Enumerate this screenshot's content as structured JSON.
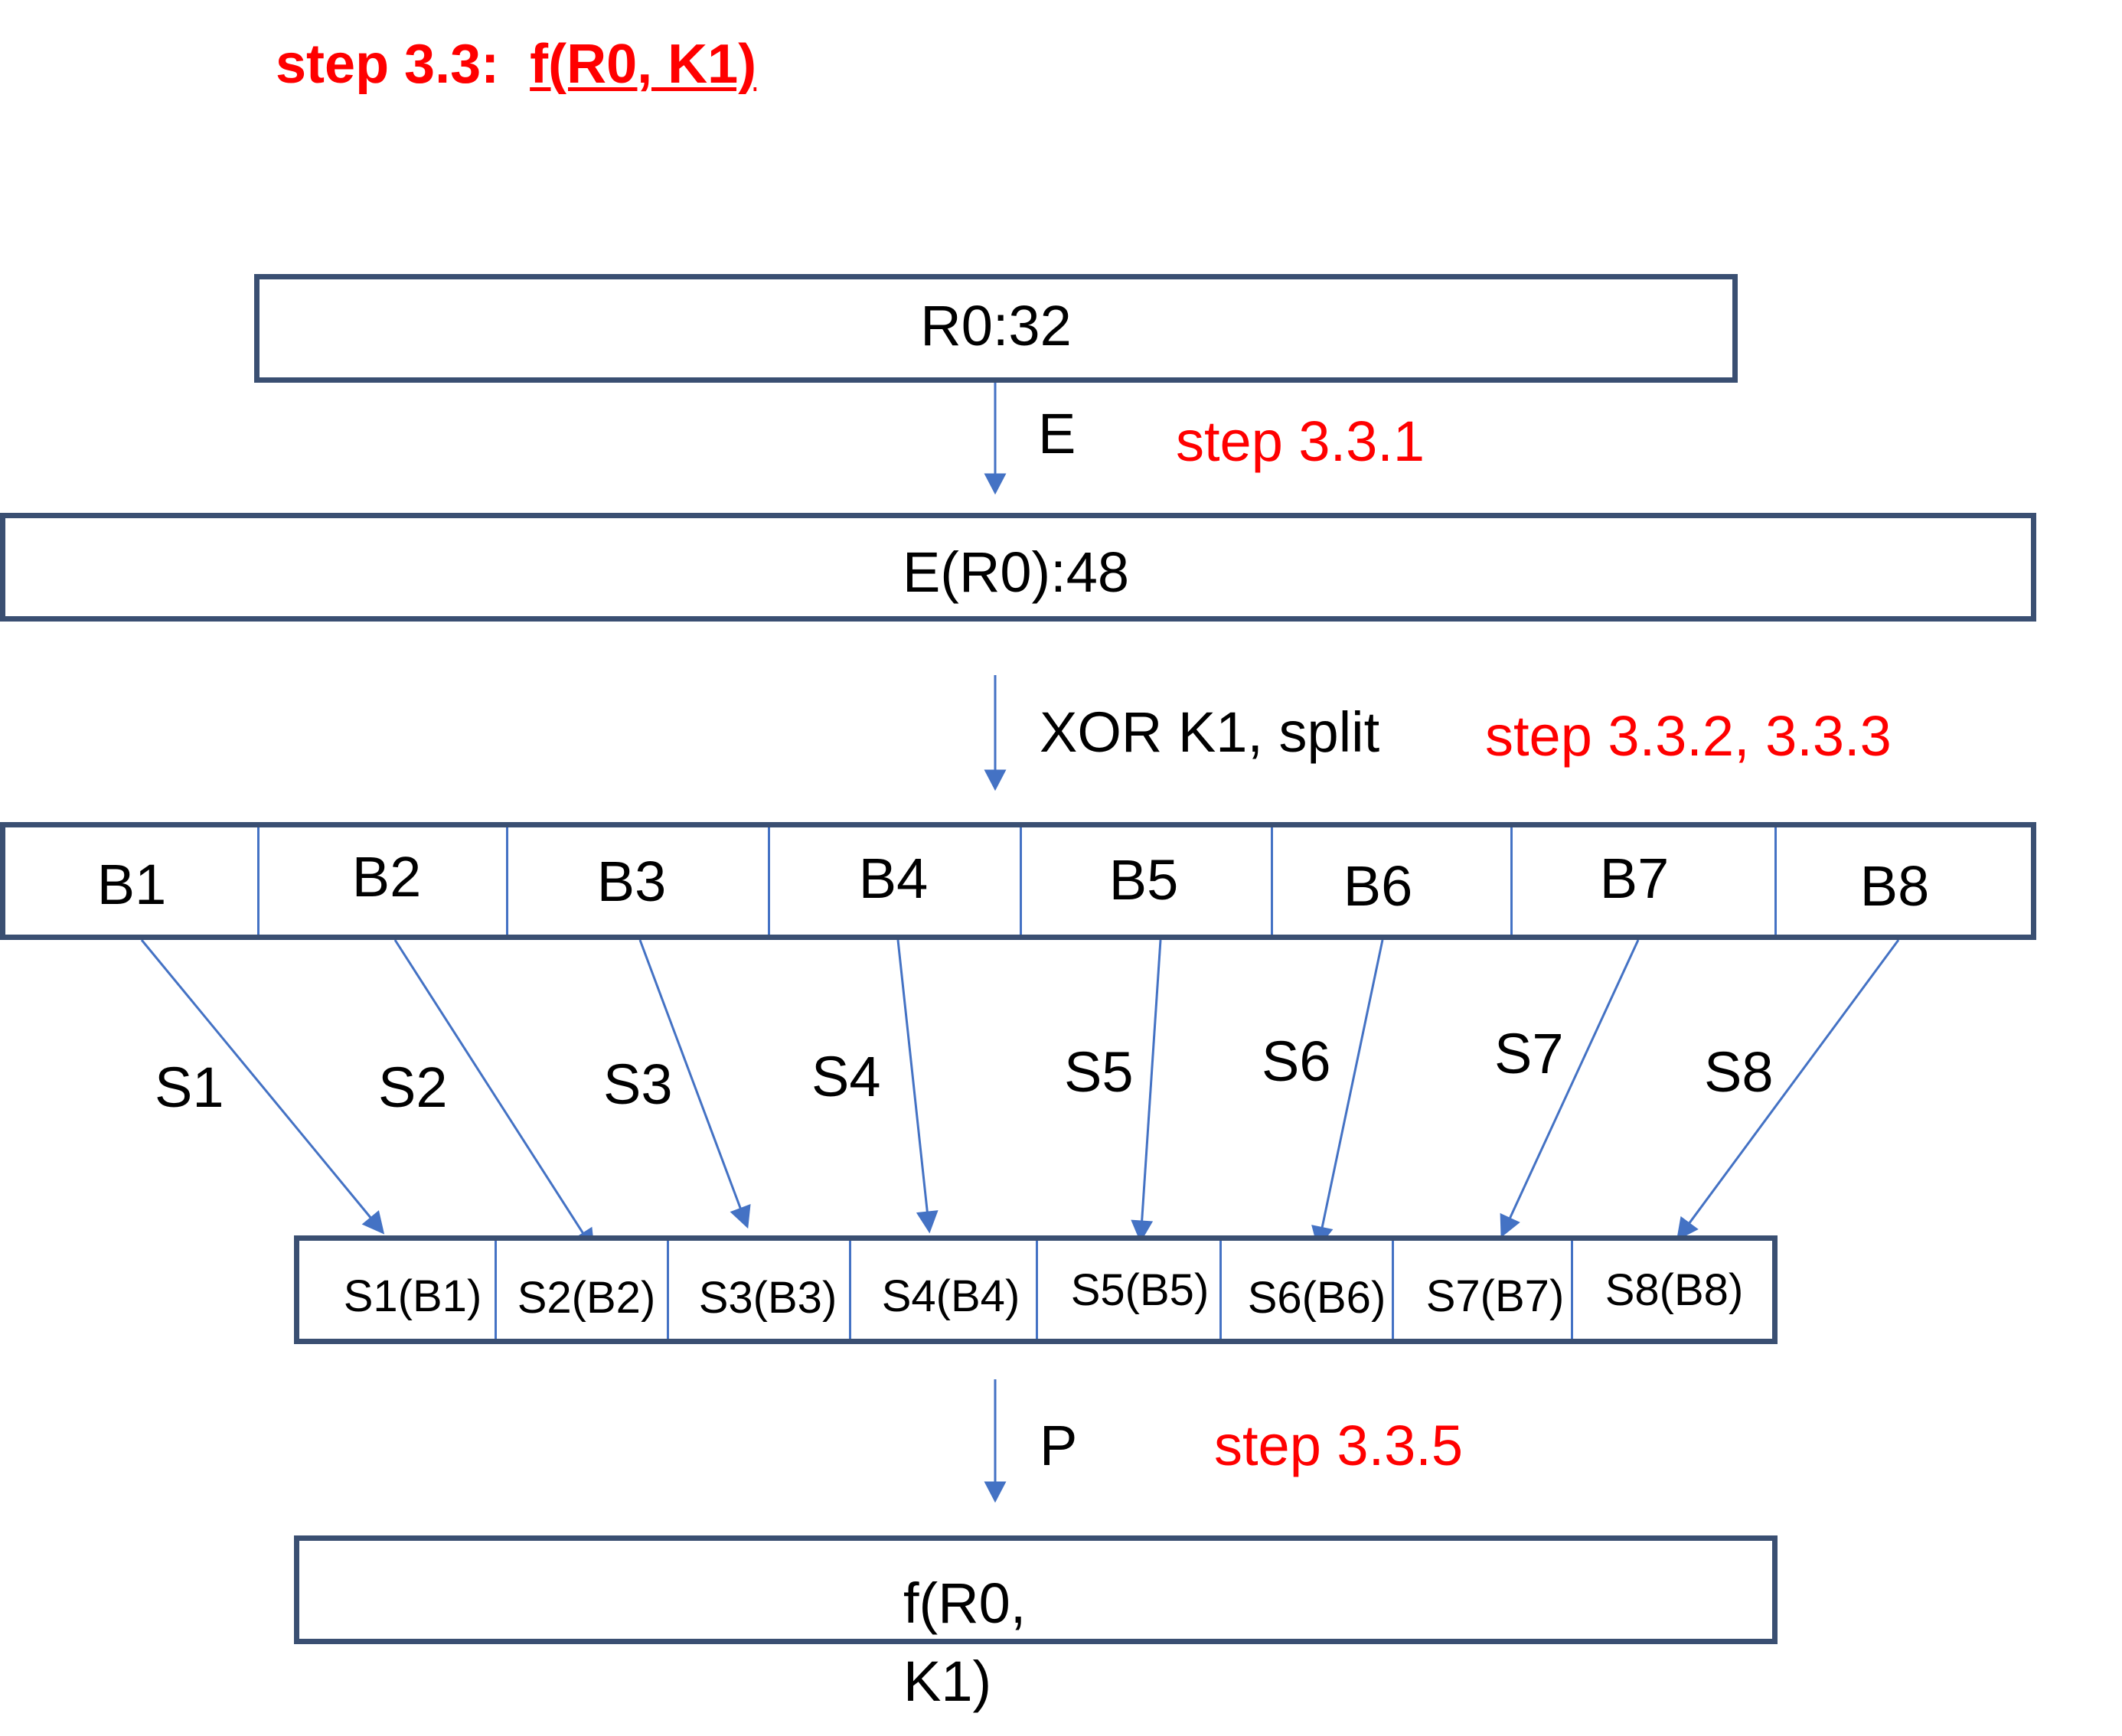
{
  "title": {
    "step": "step 3.3:",
    "function": "f(R0, K1)"
  },
  "r0_box": "R0:32",
  "e_arrow": {
    "label": "E",
    "step": "step 3.3.1"
  },
  "er0_box": "E(R0):48",
  "xor_arrow": {
    "label": "XOR K1, split",
    "step": "step 3.3.2, 3.3.3"
  },
  "b_blocks": [
    "B1",
    "B2",
    "B3",
    "B4",
    "B5",
    "B6",
    "B7",
    "B8"
  ],
  "s_boxes": [
    "S1",
    "S2",
    "S3",
    "S4",
    "S5",
    "S6",
    "S7",
    "S8"
  ],
  "s_outputs": [
    "S1(B1)",
    "S2(B2)",
    "S3(B3)",
    "S4(B4)",
    "S5(B5)",
    "S6(B6)",
    "S7(B7)",
    "S8(B8)"
  ],
  "p_arrow": {
    "label": "P",
    "step": "step 3.3.5"
  },
  "result_box": {
    "line1": "f(R0,",
    "line2": "K1)"
  },
  "colors": {
    "box_border": "#3a4f72",
    "arrow": "#4472c4",
    "step_text": "#ff0000",
    "text": "#000000"
  }
}
